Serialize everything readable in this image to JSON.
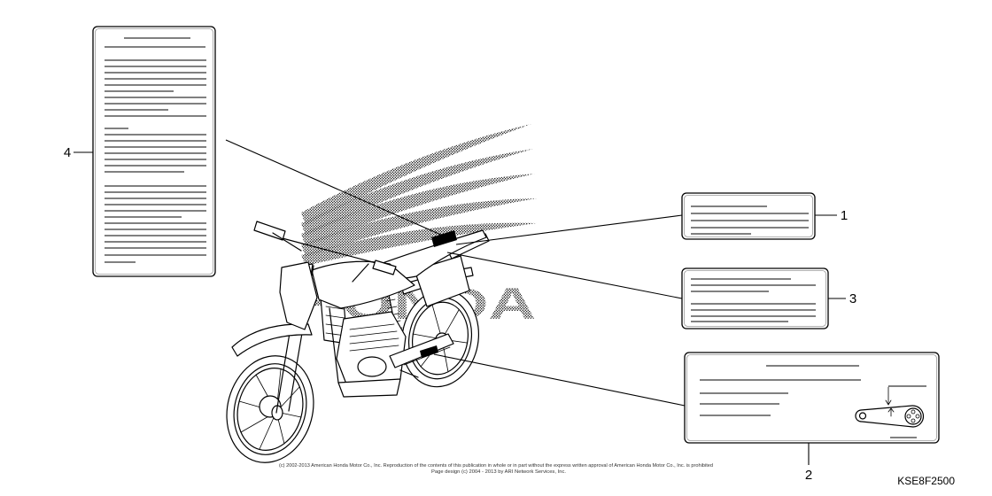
{
  "diagram": {
    "callouts": [
      {
        "number": "1"
      },
      {
        "number": "2"
      },
      {
        "number": "3"
      },
      {
        "number": "4"
      }
    ],
    "figure_code": "KSE8F2500",
    "watermark_logo": "HONDA",
    "copyright": {
      "line1": "(c) 2002-2013 American Honda Motor Co., Inc. Reproduction of the contents of this publication in whole or in part without the express written approval of American Honda Motor Co., Inc. is prohibited",
      "line2": "Page design (c) 2004 - 2013 by ARI Network Services, Inc."
    }
  },
  "colors": {
    "ink": "#000000",
    "background": "#ffffff"
  }
}
